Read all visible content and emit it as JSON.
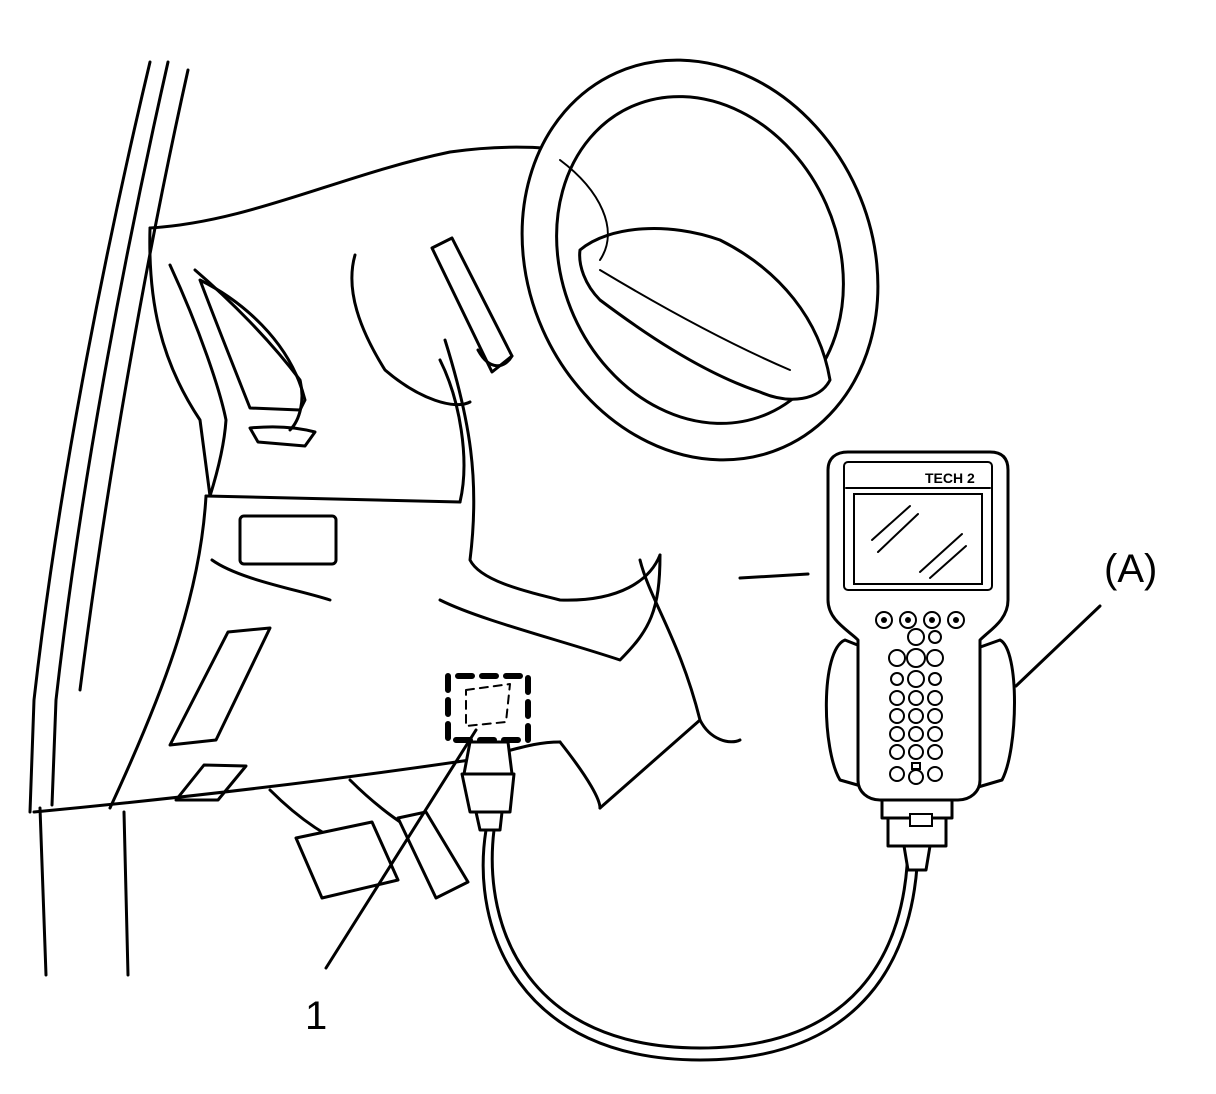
{
  "callouts": {
    "diagnostic_tool": "(A)",
    "connector": "1"
  },
  "device": {
    "brand_label": "TECH 2"
  },
  "colors": {
    "line": "#000000",
    "background": "#ffffff"
  }
}
